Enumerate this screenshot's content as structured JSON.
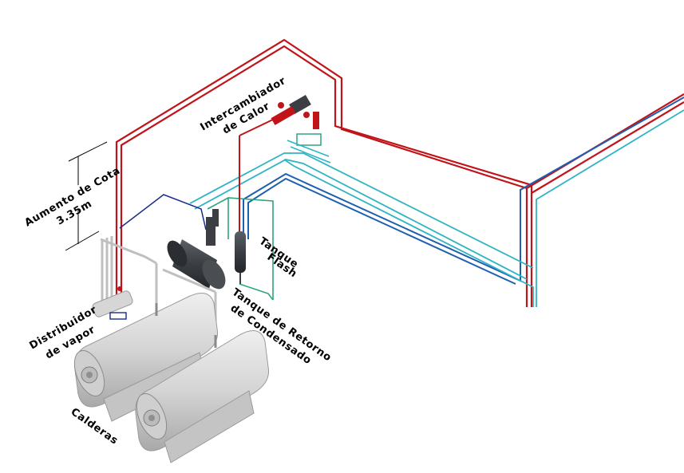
{
  "labels": {
    "intercambiador_l1": "Intercambiador",
    "intercambiador_l2": "de Calor",
    "aumento_l1": "Aumento de Cota",
    "aumento_l2": "3.35m",
    "tanque_flash_l1": "Tanque",
    "tanque_flash_l2": "Flash",
    "retorno_l1": "Tanque de Retorno",
    "retorno_l2": "de Condensado",
    "distribuidor_l1": "Distribuidor",
    "distribuidor_l2": "de vapor",
    "calderas": "Calderas"
  },
  "colors": {
    "steam": "#c0131a",
    "condensate_blue": "#1f5fb0",
    "cyan": "#2fb4c4",
    "teal": "#2aa57e",
    "navy": "#1b2b8a",
    "equipment": "#d6d6d6",
    "flash_tank": "#3b3f44"
  }
}
